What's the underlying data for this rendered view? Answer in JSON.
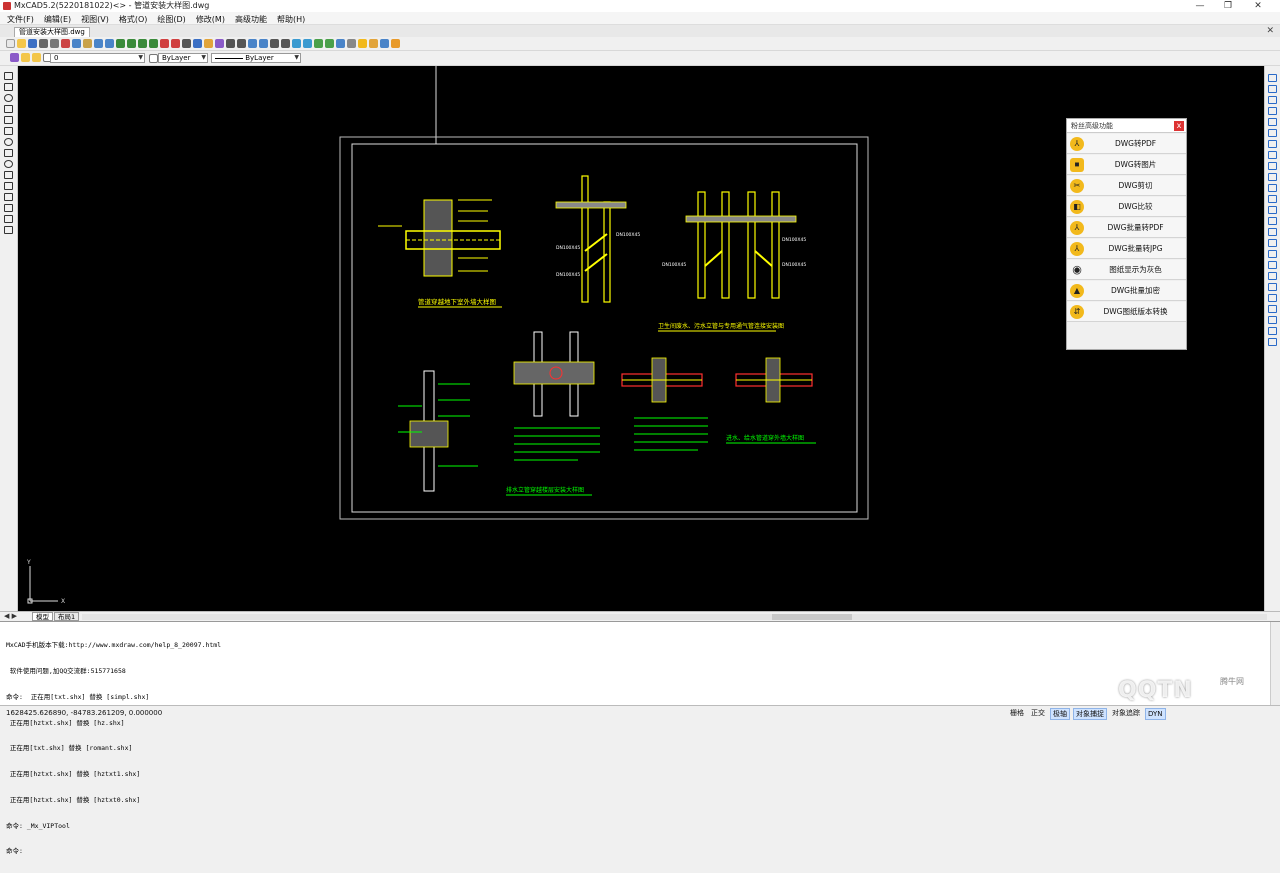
{
  "window": {
    "title": "MxCAD5.2(5220181022)<> - 管道安装大样图.dwg",
    "min": "—",
    "max": "❐",
    "close": "✕"
  },
  "menu": [
    "文件(F)",
    "编辑(E)",
    "视图(V)",
    "格式(O)",
    "绘图(D)",
    "修改(M)",
    "高级功能",
    "帮助(H)"
  ],
  "doc_tab": {
    "label": "管道安装大样图.dwg",
    "close": "✕"
  },
  "properties": {
    "layer": "0",
    "linetype": "ByLayer",
    "lineweight": "ByLayer"
  },
  "sheet_tabs": [
    "模型",
    "布局1"
  ],
  "command_lines": [
    "MxCAD手机版本下载:http://www.mxdraw.com/help_8_20097.html",
    " 软件使用问题,加QQ交流群:515771658",
    "命令:  正在用[txt.shx] 替换 [simpl.shx]",
    " 正在用[hztxt.shx] 替换 [hz.shx]",
    " 正在用[txt.shx] 替换 [romant.shx]",
    " 正在用[hztxt.shx] 替换 [hztxt1.shx]",
    " 正在用[hztxt.shx] 替换 [hztxt0.shx]",
    "命令: _Mx_VIPTool",
    "命令:"
  ],
  "status": {
    "coords": "1628425.626890,  -84783.261209,  0.000000",
    "toggles": [
      {
        "label": "栅格",
        "on": false
      },
      {
        "label": "正交",
        "on": false
      },
      {
        "label": "极轴",
        "on": true
      },
      {
        "label": "对象捕捉",
        "on": true
      },
      {
        "label": "对象追踪",
        "on": false
      },
      {
        "label": "DYN",
        "on": true
      }
    ]
  },
  "panel": {
    "title": "粉丝高级功能",
    "close": "x",
    "items": [
      {
        "label": "DWG转PDF",
        "icon": "pdf-icon",
        "glyph": "⅄"
      },
      {
        "label": "DWG转图片",
        "icon": "image-icon",
        "glyph": "◼"
      },
      {
        "label": "DWG剪切",
        "icon": "scissors-icon",
        "glyph": "✂"
      },
      {
        "label": "DWG比较",
        "icon": "compare-icon",
        "glyph": "◧"
      },
      {
        "label": "DWG批量转PDF",
        "icon": "batch-pdf-icon",
        "glyph": "⅄"
      },
      {
        "label": "DWG批量转JPG",
        "icon": "batch-jpg-icon",
        "glyph": "⅄"
      },
      {
        "label": "图纸显示为灰色",
        "icon": "eye-icon",
        "glyph": "◉"
      },
      {
        "label": "DWG批量加密",
        "icon": "lock-icon",
        "glyph": "▲"
      },
      {
        "label": "DWG图纸版本转换",
        "icon": "convert-icon",
        "glyph": "⇵"
      }
    ]
  },
  "drawing": {
    "titles": [
      "管道穿越地下室外墙大样图",
      "卫生间废水、污水立管与专用通气管连接安装图",
      "排水立管穿越楼层安装大样图",
      "进水、给水管道穿外墙大样图"
    ],
    "pipe_labels": [
      "DN100X45",
      "DN100X45",
      "DN100X45",
      "DN100X45",
      "DN100X45",
      "DN100X45"
    ]
  },
  "watermark": {
    "text": "QQTN",
    "cn": "腾牛网"
  },
  "colors": {
    "canvas": "#000000",
    "cad_yellow": "#ffff00",
    "cad_green": "#00ff00",
    "cad_red": "#ff3030",
    "cad_white": "#ffffff",
    "panel_icon": "#f2b91c"
  }
}
